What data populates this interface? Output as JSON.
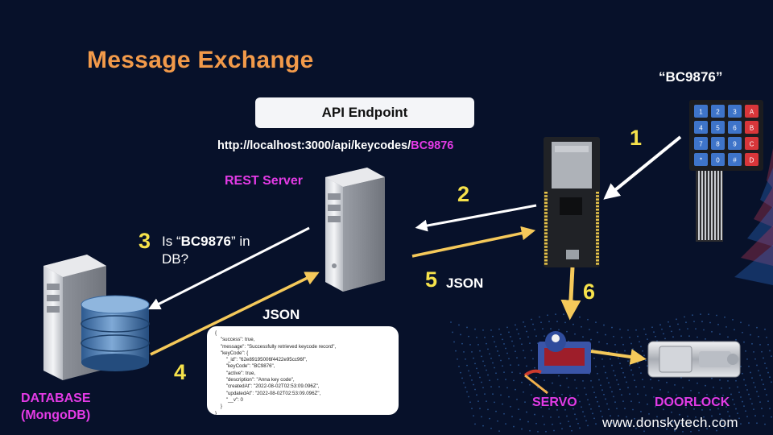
{
  "title": "Message Exchange",
  "api": {
    "box_label": "API Endpoint",
    "url_prefix": "http://localhost:3000/api/keycodes/",
    "url_code": "BC9876"
  },
  "labels": {
    "rest_server": "REST Server",
    "keycode": "“BC9876”",
    "database_line1": "DATABASE",
    "database_line2": "(MongoDB)",
    "servo": "SERVO",
    "doorlock": "DOORLOCK"
  },
  "steps": {
    "s1": "1",
    "s2": "2",
    "s3": "3",
    "s3_text_a": "Is “",
    "s3_code": "BC9876",
    "s3_text_b": "” in",
    "s3_text_c": "DB?",
    "s4": "4",
    "s4_label": "JSON",
    "s5": "5",
    "s5_label": "JSON",
    "s6": "6"
  },
  "json_response": "{\n    \"success\": true,\n    \"message\": \"Successfully retrieved keycode record\",\n    \"keyCode\": {\n        \"_id\": \"62e89195006f4422e95cc96f\",\n        \"keyCode\": \"BC9876\",\n        \"active\": true,\n        \"description\": \"Anna key code\",\n        \"createdAt\": \"2022-08-02T02:53:09.096Z\",\n        \"updatedAt\": \"2022-08-02T02:53:09.096Z\",\n        \"__v\": 0\n    }\n}",
  "keypad_keys": [
    "1",
    "2",
    "3",
    "A",
    "4",
    "5",
    "6",
    "B",
    "7",
    "8",
    "9",
    "C",
    "*",
    "0",
    "#",
    "D"
  ],
  "footer": "www.donskytech.com",
  "colors": {
    "background": "#07112a",
    "title": "#f29a4a",
    "accent_magenta": "#e43be6",
    "step_yellow": "#f6e24b",
    "arrow_white": "#ffffff",
    "arrow_yellow": "#f5c95a"
  }
}
